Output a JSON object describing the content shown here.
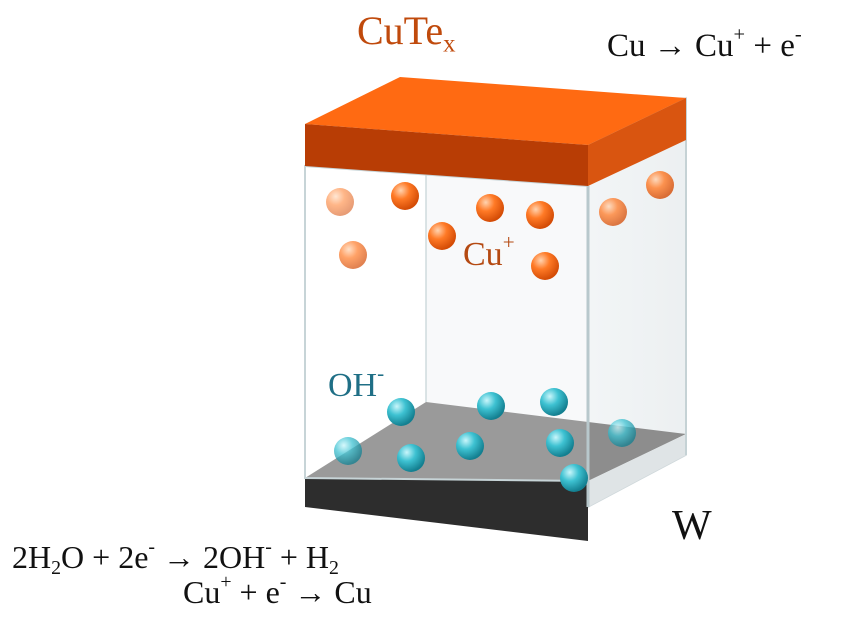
{
  "labels": {
    "top_material": {
      "base": "CuTe",
      "sub": "x"
    },
    "anode_reaction": {
      "left": "Cu",
      "arrow": "→",
      "ion": "Cu",
      "ion_charge": "+",
      "plus": "+",
      "electron": "e",
      "electron_charge": "-"
    },
    "cation": {
      "base": "Cu",
      "sup": "+"
    },
    "anion": {
      "base": "OH",
      "sup": "-"
    },
    "bottom_material": "W",
    "cathode_reaction_1": {
      "coef1": "2H",
      "sub1": "2",
      "o": "O + 2e",
      "e_charge": "-",
      "arrow": "→",
      "oh": "2OH",
      "oh_charge": "-",
      "plus": "+ H",
      "sub2": "2"
    },
    "cathode_reaction_2": {
      "ion": "Cu",
      "ion_charge": "+",
      "plus": "+ e",
      "e_charge": "-",
      "arrow": "→",
      "product": "Cu"
    }
  },
  "colors": {
    "top_electrode_front": "#b83d05",
    "top_electrode_top": "#ff6a12",
    "bottom_electrode_front": "#2e2e2e",
    "bottom_electrode_top": "#8e8e8e",
    "cu_ion": "#f06a1a",
    "oh_ion": "#1f9fb0",
    "cute_text": "#c04a0c",
    "cu_plus_text": "#b54a12",
    "oh_text": "#1f6f86",
    "reaction_text": "#111111"
  },
  "icons": [
    "cu-ion-sphere",
    "oh-ion-sphere"
  ]
}
